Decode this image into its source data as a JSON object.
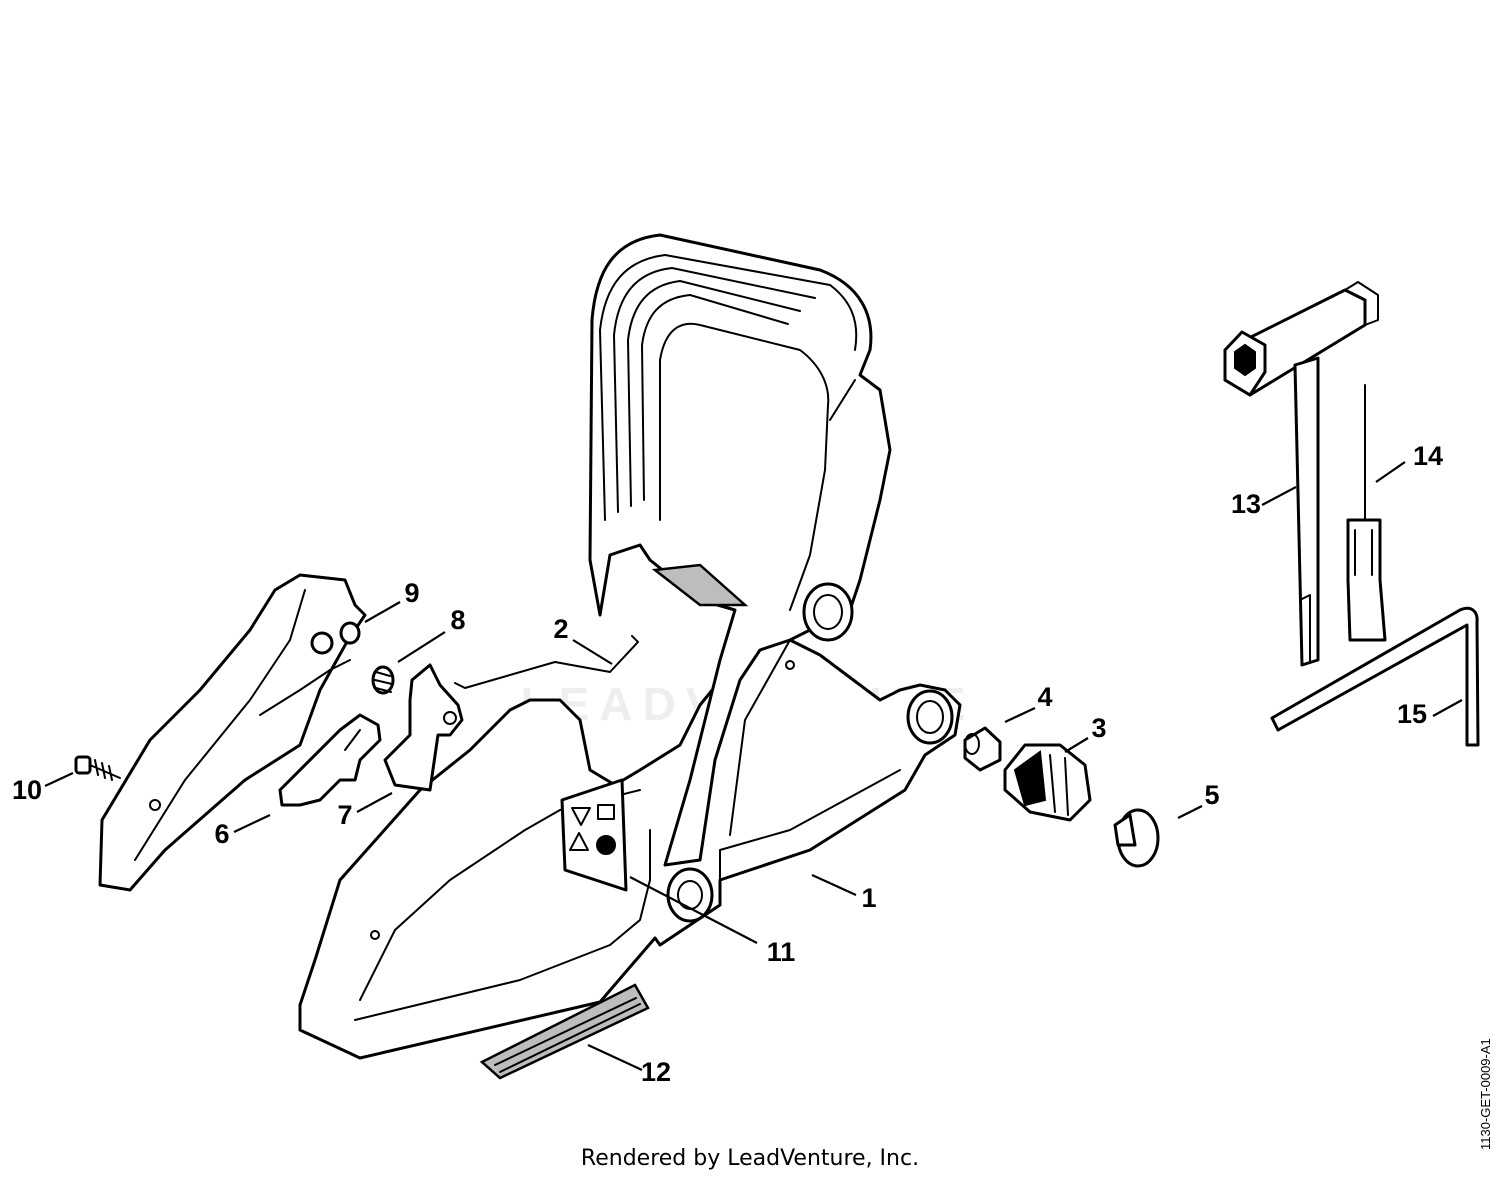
{
  "callouts": [
    {
      "id": "1",
      "label": "1"
    },
    {
      "id": "2",
      "label": "2"
    },
    {
      "id": "3",
      "label": "3"
    },
    {
      "id": "4",
      "label": "4"
    },
    {
      "id": "5",
      "label": "5"
    },
    {
      "id": "6",
      "label": "6"
    },
    {
      "id": "7",
      "label": "7"
    },
    {
      "id": "8",
      "label": "8"
    },
    {
      "id": "9",
      "label": "9"
    },
    {
      "id": "10",
      "label": "10"
    },
    {
      "id": "11",
      "label": "11"
    },
    {
      "id": "12",
      "label": "12"
    },
    {
      "id": "13",
      "label": "13"
    },
    {
      "id": "14",
      "label": "14"
    },
    {
      "id": "15",
      "label": "15"
    }
  ],
  "watermark": "LEADVENTURE",
  "footer": "Rendered by LeadVenture, Inc.",
  "doc_id": "1130-GET-0009-A1"
}
